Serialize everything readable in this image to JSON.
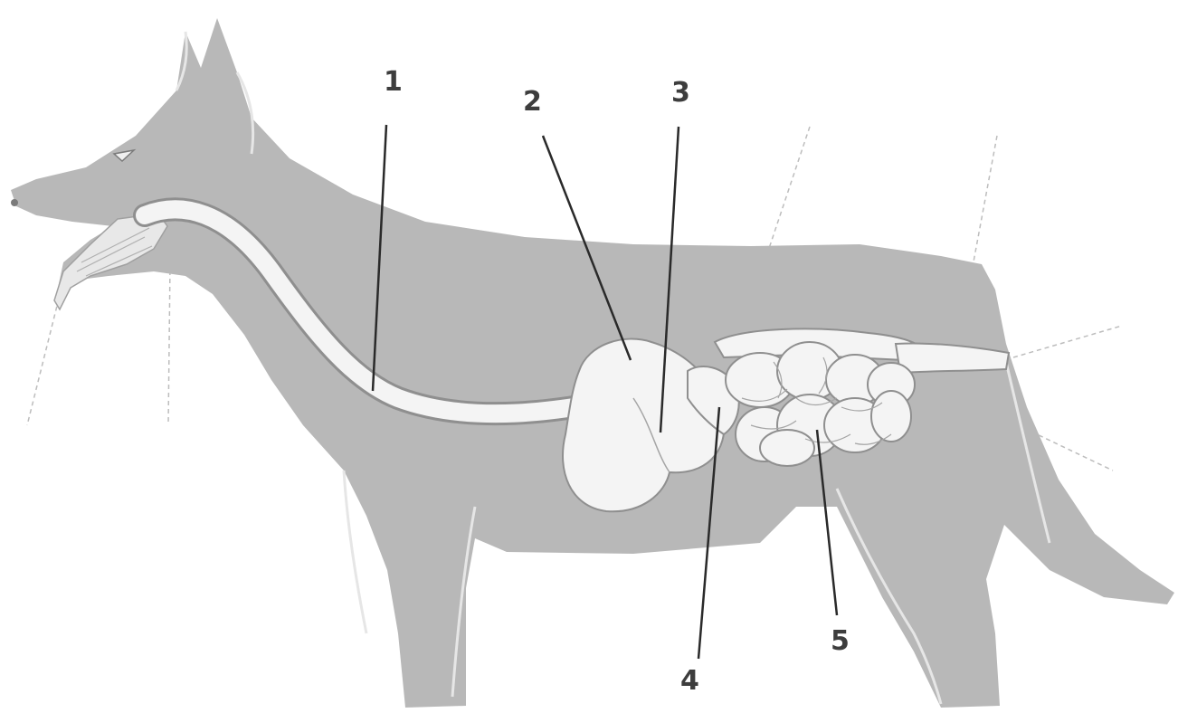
{
  "colors": {
    "background": "#ffffff",
    "body_silhouette": "#b8b8b8",
    "organ_fill": "#f4f4f4",
    "organ_outline": "#8f8f8f",
    "leader_line": "#2a2a2a",
    "label_text": "#3d3d3d",
    "faint_guide_line": "#bdbdbd"
  },
  "figure": {
    "subject": "dog-digestive-system",
    "labels": [
      {
        "id": "1",
        "text": "1",
        "points_to": "esophagus"
      },
      {
        "id": "2",
        "text": "2",
        "points_to": "stomach-upper"
      },
      {
        "id": "3",
        "text": "3",
        "points_to": "stomach"
      },
      {
        "id": "4",
        "text": "4",
        "points_to": "small-intestine-start"
      },
      {
        "id": "5",
        "text": "5",
        "points_to": "intestines"
      }
    ]
  }
}
